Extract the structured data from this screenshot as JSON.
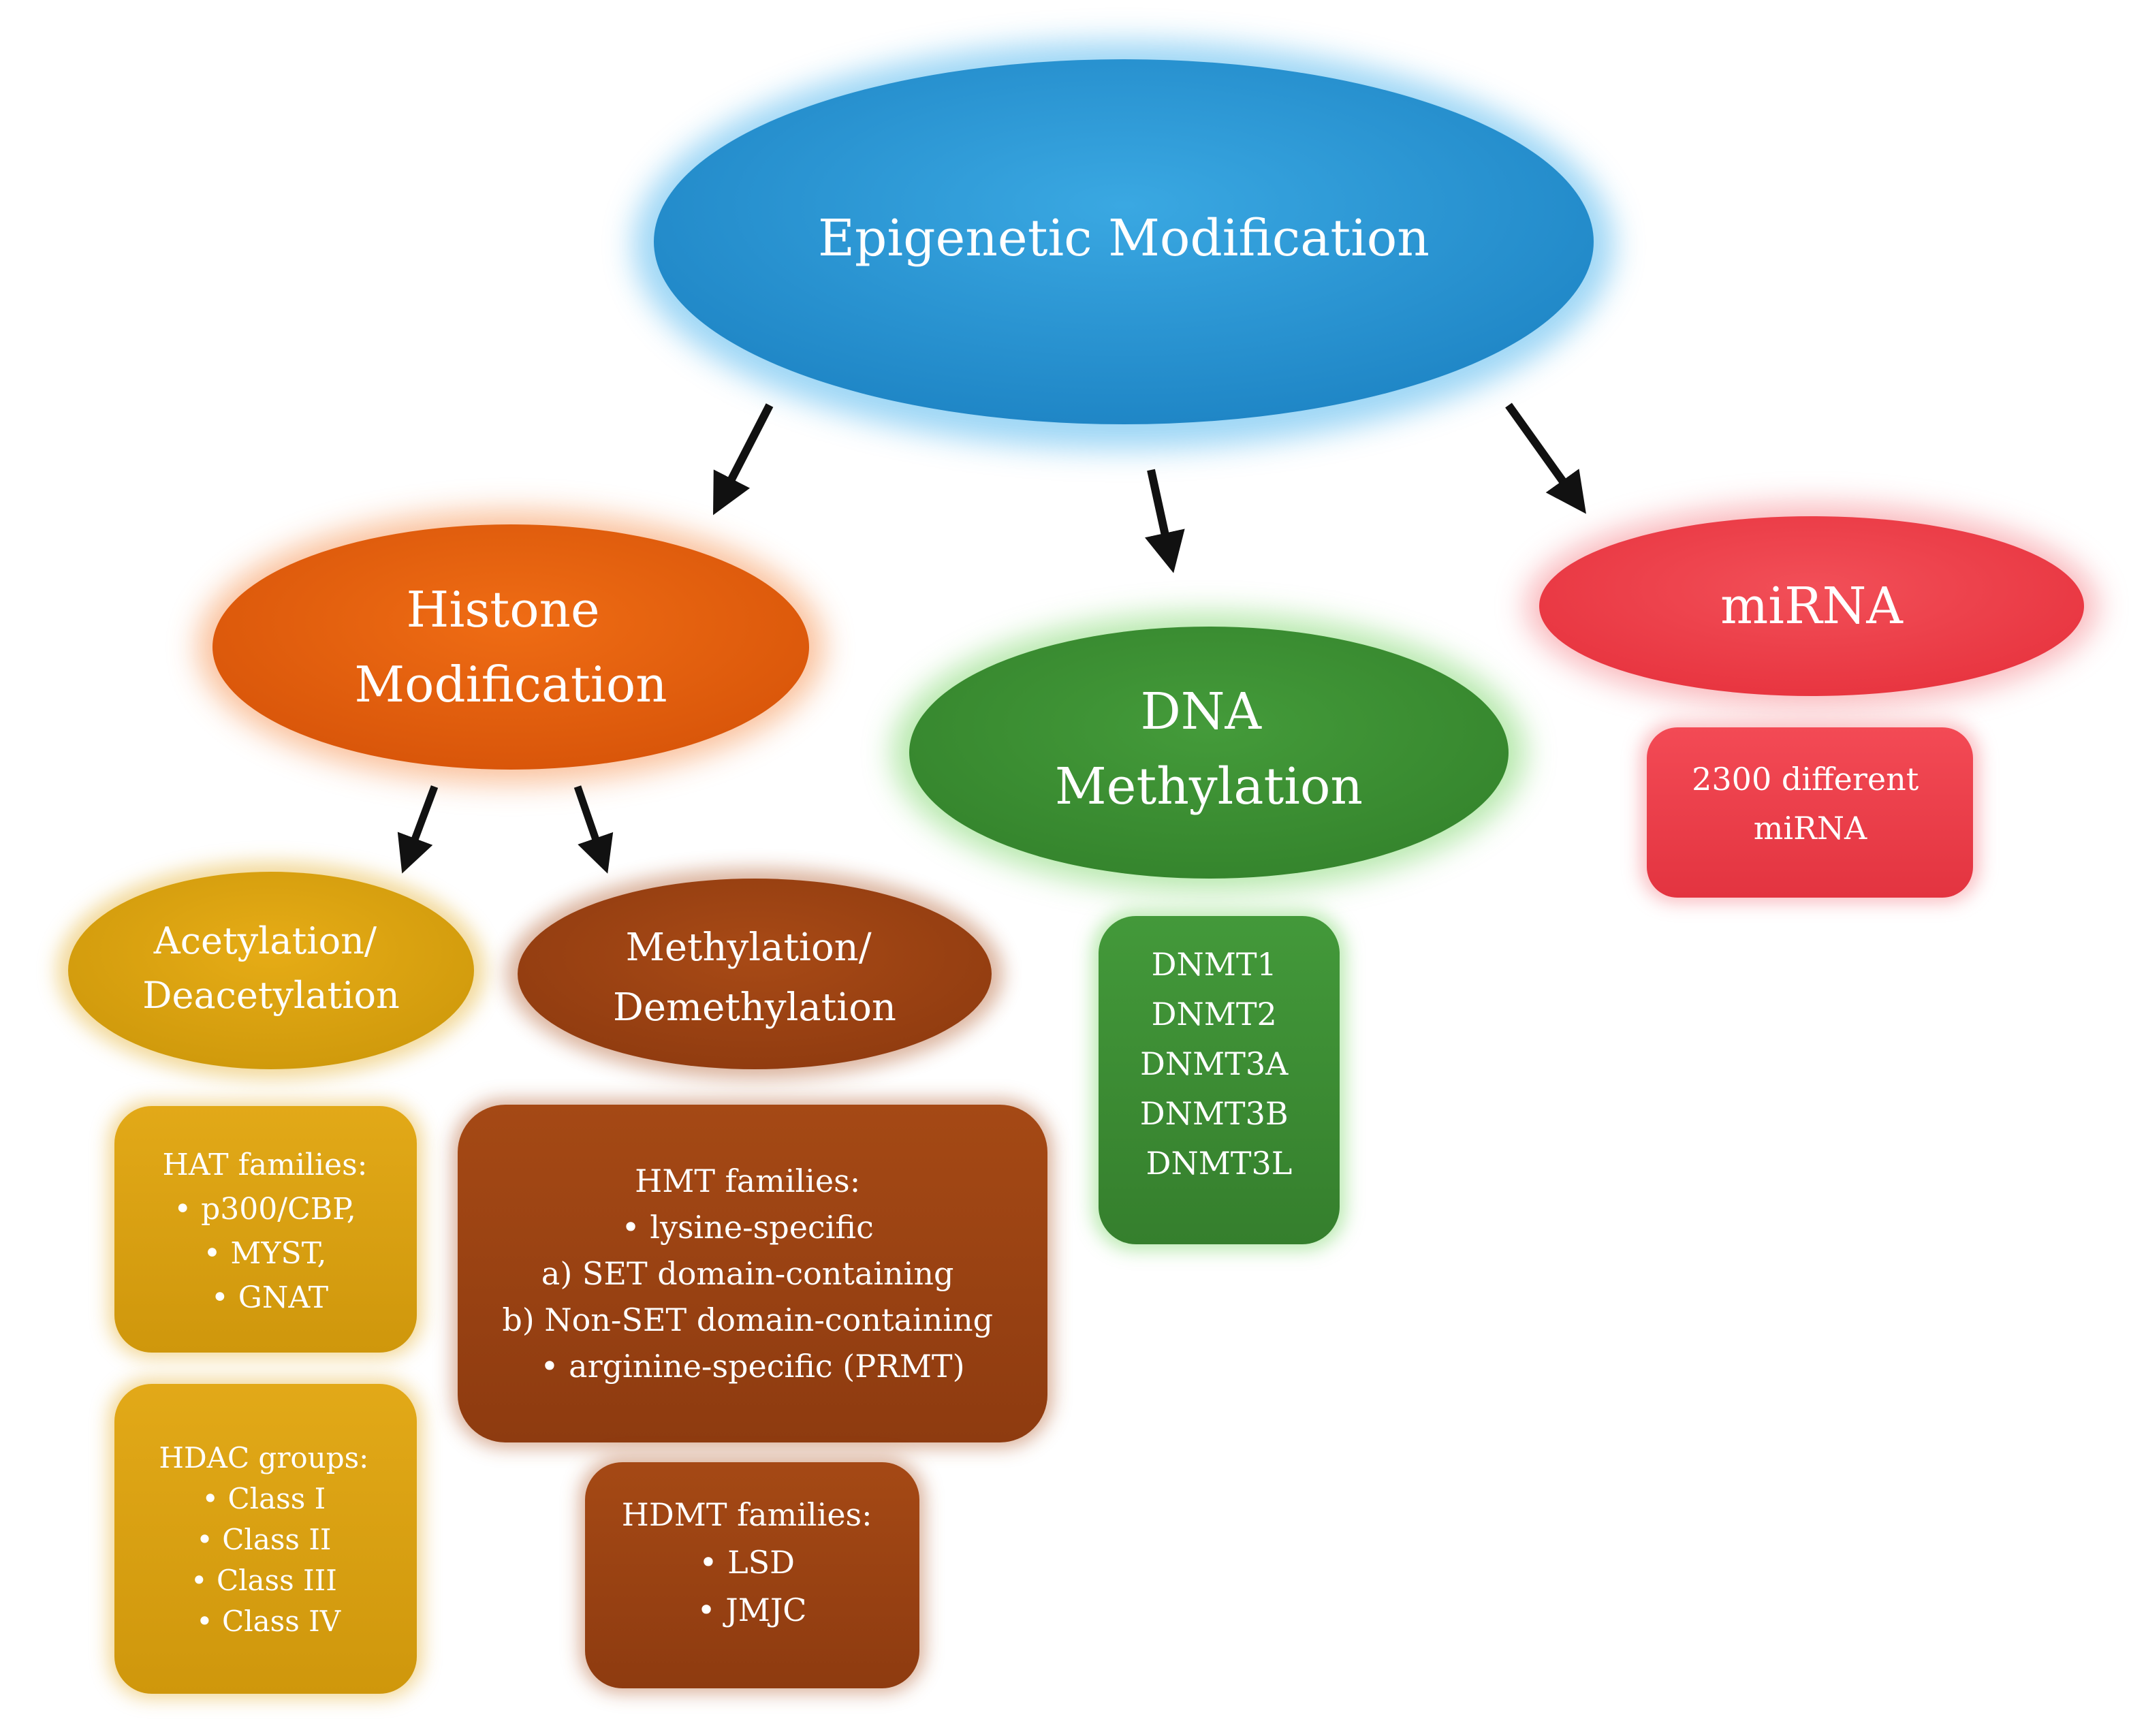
{
  "root": {
    "label": "Epigenetic Modification"
  },
  "histone": {
    "label_lines": [
      "Histone",
      "Modification"
    ],
    "acetylation": {
      "label_lines": [
        "Acetylation/",
        "Deacetylation"
      ],
      "hat_box": [
        "HAT families:",
        "• p300/CBP,",
        "• MYST,",
        "• GNAT"
      ],
      "hdac_box": [
        "HDAC groups:",
        "• Class I",
        "• Class II",
        "• Class III",
        "• Class IV"
      ]
    },
    "methylation": {
      "label_lines": [
        "Methylation/",
        "Demethylation"
      ],
      "hmt_box": [
        "HMT families:",
        "• lysine-specific",
        "a) SET domain-containing",
        "b) Non-SET domain-containing",
        "• arginine-specific (PRMT)"
      ],
      "hdmt_box": [
        "HDMT families:",
        "• LSD",
        "• JMJC"
      ]
    }
  },
  "dna": {
    "label_lines": [
      "DNA",
      "Methylation"
    ],
    "box": [
      "DNMT1",
      "DNMT2",
      "DNMT3A",
      "DNMT3B",
      "DNMT3L"
    ]
  },
  "mirna": {
    "label": "miRNA",
    "box": [
      "2300 different",
      "miRNA"
    ]
  },
  "colors": {
    "root": "#2f9ad6",
    "histone": "#e0600e",
    "acetylation": "#dba012",
    "methylation": "#9e4414",
    "dna": "#3d8f35",
    "mirna": "#ee3f4a",
    "arrow": "#111111"
  }
}
